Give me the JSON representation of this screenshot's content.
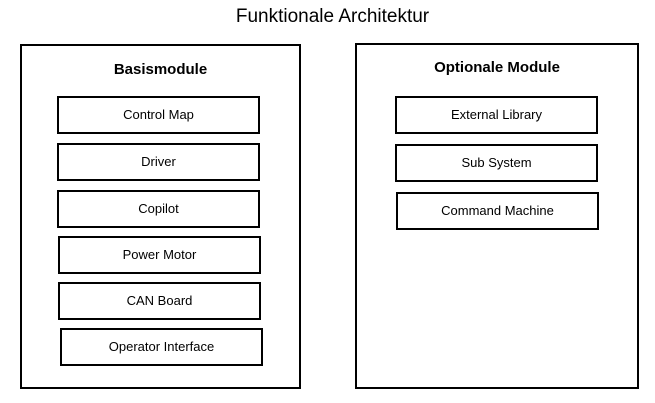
{
  "title": "Funktionale Architektur",
  "left_panel": {
    "heading": "Basismodule",
    "modules": [
      "Control Map",
      "Driver",
      "Copilot",
      "Power Motor",
      "CAN Board",
      "Operator Interface"
    ]
  },
  "right_panel": {
    "heading": "Optionale Module",
    "modules": [
      "External Library",
      "Sub System",
      "Command Machine"
    ]
  },
  "colors": {
    "stroke": "#000000",
    "background": "#ffffff"
  }
}
